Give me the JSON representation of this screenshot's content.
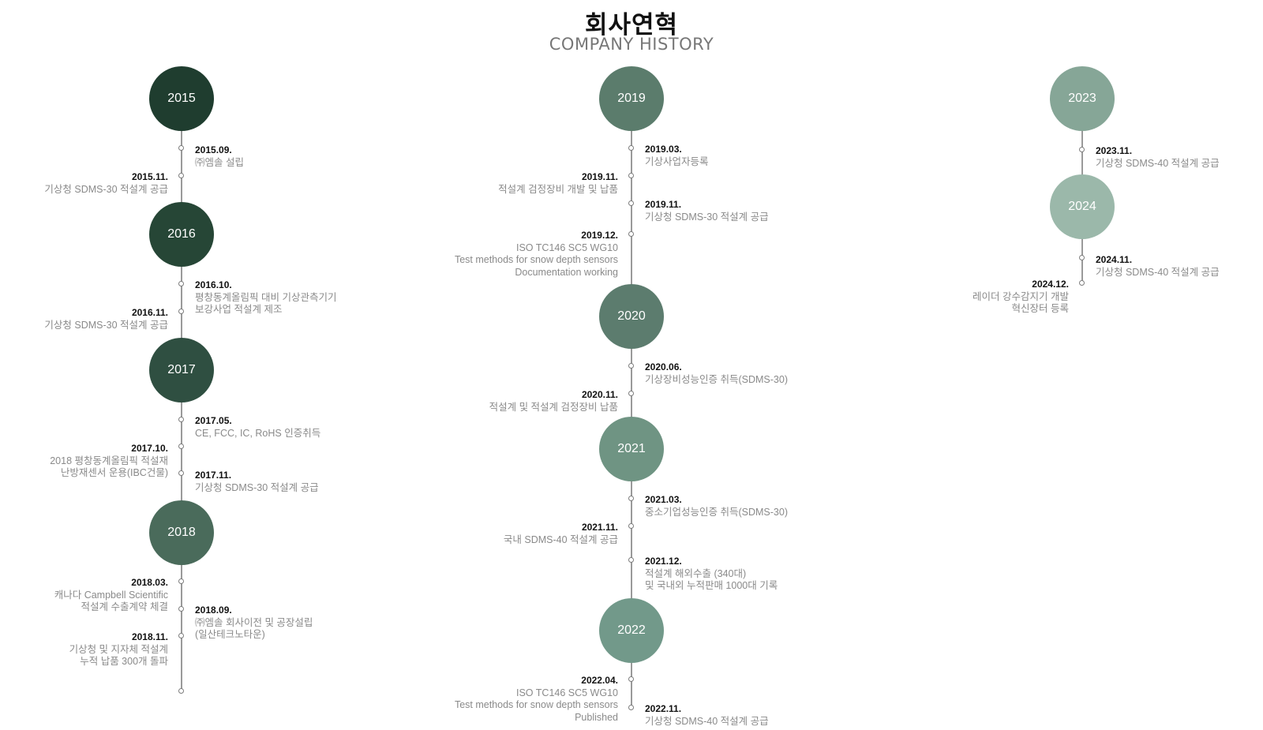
{
  "header": {
    "title": "회사연혁",
    "subtitle": "COMPANY HISTORY"
  },
  "colors": {
    "y2015": "#1f3d2f",
    "y2016": "#264636",
    "y2017": "#2f4f41",
    "y2018": "#4a6b5b",
    "y2019": "#5b7c6c",
    "y2020": "#5c7c6e",
    "y2021": "#6f9483",
    "y2022": "#72998a",
    "y2023": "#86a697",
    "y2024": "#9bb8aa"
  },
  "years": [
    {
      "label": "2015"
    },
    {
      "label": "2016"
    },
    {
      "label": "2017"
    },
    {
      "label": "2018"
    },
    {
      "label": "2019"
    },
    {
      "label": "2020"
    },
    {
      "label": "2021"
    },
    {
      "label": "2022"
    },
    {
      "label": "2023"
    },
    {
      "label": "2024"
    }
  ],
  "events": [
    {
      "date": "2015.09.",
      "lines": [
        "㈜엠솔 설립"
      ]
    },
    {
      "date": "2015.11.",
      "lines": [
        "기상청 SDMS-30 적설계 공급"
      ]
    },
    {
      "date": "2016.10.",
      "lines": [
        "평창동계올림픽 대비 기상관측기기",
        "보강사업 적설계 제조"
      ]
    },
    {
      "date": "2016.11.",
      "lines": [
        "기상청 SDMS-30 적설계 공급"
      ]
    },
    {
      "date": "2017.05.",
      "lines": [
        "CE, FCC, IC, RoHS 인증취득"
      ]
    },
    {
      "date": "2017.10.",
      "lines": [
        "2018 평창동계올림픽 적설재",
        "난방재센서 운용(IBC건물)"
      ]
    },
    {
      "date": "2017.11.",
      "lines": [
        "기상청 SDMS-30 적설계 공급"
      ]
    },
    {
      "date": "2018.03.",
      "lines": [
        "캐나다 Campbell Scientific",
        "적설계 수출계약 체결"
      ]
    },
    {
      "date": "2018.09.",
      "lines": [
        "㈜엠솔 회사이전 및 공장설립",
        "(일산테크노타운)"
      ]
    },
    {
      "date": "2018.11.",
      "lines": [
        "기상청 및 지자체 적설계",
        "누적 납품 300개 돌파"
      ]
    },
    {
      "date": "2019.03.",
      "lines": [
        "기상사업자등록"
      ]
    },
    {
      "date": "2019.11.",
      "lines": [
        "적설계 검정장비 개발 및 납품"
      ]
    },
    {
      "date": "2019.11.",
      "lines": [
        "기상청 SDMS-30 적설계 공급"
      ]
    },
    {
      "date": "2019.12.",
      "lines": [
        "ISO TC146 SC5 WG10",
        "Test methods for snow depth sensors",
        "Documentation working"
      ]
    },
    {
      "date": "2020.06.",
      "lines": [
        "기상장비성능인증 취득(SDMS-30)"
      ]
    },
    {
      "date": "2020.11.",
      "lines": [
        "적설계 및 적설계 검정장비 납품"
      ]
    },
    {
      "date": "2021.03.",
      "lines": [
        "중소기업성능인증 취득(SDMS-30)"
      ]
    },
    {
      "date": "2021.11.",
      "lines": [
        "국내 SDMS-40 적설계 공급"
      ]
    },
    {
      "date": "2021.12.",
      "lines": [
        "적설계 해외수출 (340대)",
        "및 국내외 누적판매 1000대 기록"
      ]
    },
    {
      "date": "2022.04.",
      "lines": [
        "ISO TC146 SC5 WG10",
        "Test methods for snow depth sensors",
        "Published"
      ]
    },
    {
      "date": "2022.11.",
      "lines": [
        "기상청 SDMS-40 적설계 공급"
      ]
    },
    {
      "date": "2023.11.",
      "lines": [
        "기상청 SDMS-40 적설계 공급"
      ]
    },
    {
      "date": "2024.11.",
      "lines": [
        "기상청 SDMS-40 적설계 공급"
      ]
    },
    {
      "date": "2024.12.",
      "lines": [
        "레이더 강수감지기 개발",
        "혁신장터 등록"
      ]
    }
  ]
}
